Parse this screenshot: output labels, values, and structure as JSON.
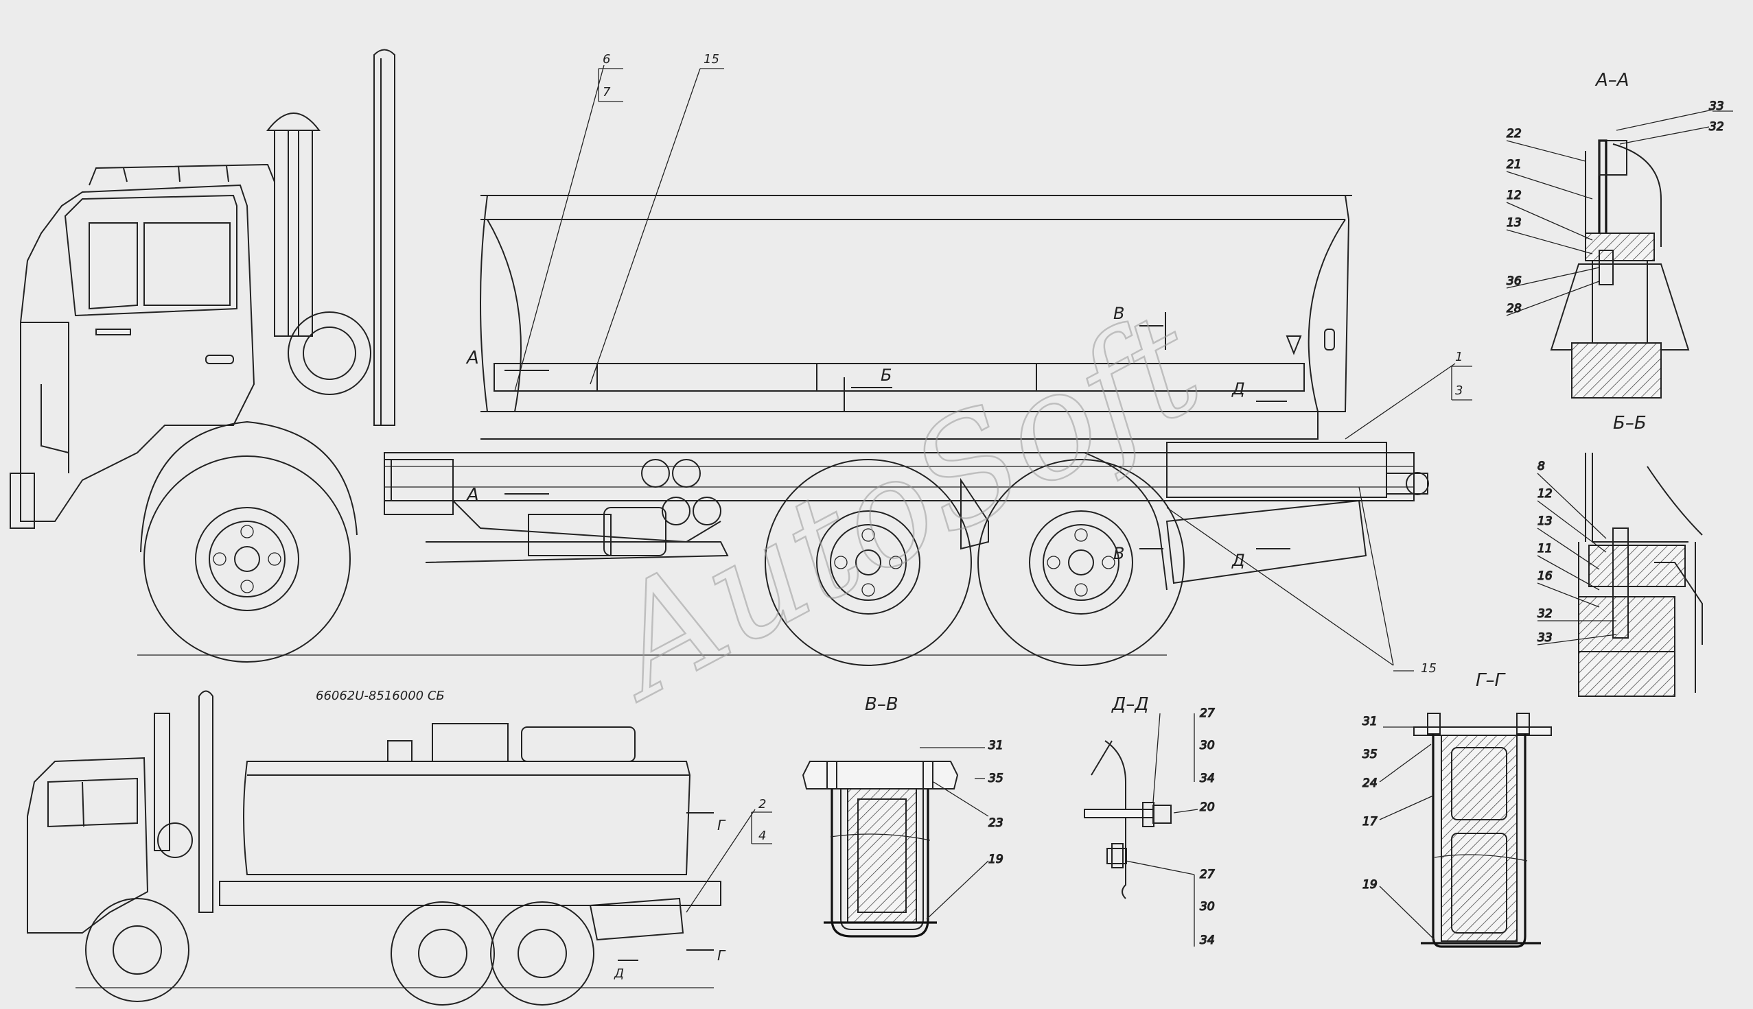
{
  "drawing": {
    "watermark": "AutoSoft",
    "assembly_code": "66062U-8516000 СБ"
  },
  "sections": {
    "aa": {
      "title": "А–А",
      "callouts": [
        "33",
        "32",
        "22",
        "21",
        "12",
        "13",
        "36",
        "28"
      ]
    },
    "bb": {
      "title": "Б–Б",
      "callouts": [
        "8",
        "12",
        "13",
        "11",
        "16",
        "32",
        "33"
      ]
    },
    "vv": {
      "title": "В–В",
      "callouts": [
        "31",
        "35",
        "23",
        "19"
      ]
    },
    "dd": {
      "title": "Д–Д",
      "callouts": [
        "27",
        "30",
        "34",
        "20",
        "27",
        "30",
        "34"
      ]
    },
    "gg": {
      "title": "Г–Г",
      "callouts": [
        "31",
        "35",
        "24",
        "17",
        "19"
      ]
    }
  },
  "main_view": {
    "callouts": [
      "6",
      "7",
      "15",
      "1",
      "3",
      "15"
    ],
    "section_marks": [
      "А",
      "А",
      "Б",
      "В",
      "В",
      "Д",
      "Д"
    ]
  },
  "small_view": {
    "callouts": [
      "2",
      "4"
    ],
    "section_marks": [
      "Г",
      "Г",
      "Д"
    ]
  }
}
